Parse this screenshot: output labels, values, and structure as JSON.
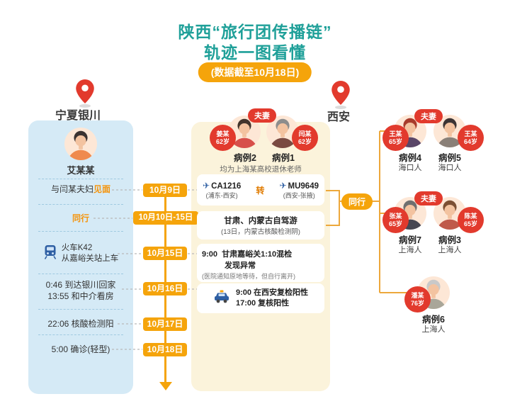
{
  "colors": {
    "teal": "#1fa099",
    "orange": "#f5a40b",
    "red": "#e23a2d",
    "panel_blue": "#d5eaf6",
    "panel_cream": "#fbf3db"
  },
  "title": {
    "line1": "陕西“旅行团传播链”",
    "line2": "轨迹一图看懂",
    "badge": "(数据截至10月18日)"
  },
  "locations": {
    "left": "宁夏银川",
    "right": "西安"
  },
  "left_panel": {
    "person_name": "艾某某",
    "event_meet_pre": "与闫某夫妇",
    "event_meet_highlight": "见面",
    "event_together": "同行",
    "train_line1": "火车K42",
    "train_line2": "从嘉峪关站上车",
    "arrive_line1": "0:46  到达银川回家",
    "arrive_line2": "13:55  和中介看房",
    "test_positive": "22:06 核酸检测阳",
    "confirmed": "5:00 确诊(轻型)"
  },
  "timeline": {
    "dates": [
      "10月9日",
      "10月10日-15日",
      "10月15日",
      "10月16日",
      "10月17日",
      "10月18日"
    ]
  },
  "center": {
    "couple_badge": "夫妻",
    "left_person": {
      "name": "姜某",
      "age": "62岁",
      "case": "病例2"
    },
    "right_person": {
      "name": "闫某",
      "age": "62岁",
      "case": "病例1"
    },
    "note": "均为上海某高校退休老师",
    "flight": {
      "icon": "✈",
      "no1": "CA1216",
      "route1": "(浦东-西安)",
      "transfer": "转",
      "no2": "MU9649",
      "route2": "(西安-张掖)"
    },
    "drive": {
      "line1": "甘肃、内蒙古自驾游",
      "line2": "(13日，内蒙古核酸检测阴)"
    },
    "checkpoint": {
      "time": "9:00",
      "line1": "甘肃嘉峪关1:10混检",
      "line2": "发现异常",
      "sub": "(医院通知原地等待，但自行离开)"
    },
    "taxi": {
      "line1": "9:00    在西安复检阳性",
      "line2": "17:00  复核阳性"
    }
  },
  "together_badge": "同行",
  "right_group": [
    {
      "couple_badge": "夫妻",
      "left": {
        "name": "王某",
        "age": "65岁",
        "case": "病例4",
        "origin": "海口人"
      },
      "right": {
        "name": "王某",
        "age": "64岁",
        "case": "病例5",
        "origin": "海口人"
      }
    },
    {
      "couple_badge": "夫妻",
      "left": {
        "name": "张某",
        "age": "65岁",
        "case": "病例7",
        "origin": "上海人"
      },
      "right": {
        "name": "陈某",
        "age": "65岁",
        "case": "病例3",
        "origin": "上海人"
      }
    },
    {
      "single": {
        "name": "潘某",
        "age": "76岁",
        "case": "病例6",
        "origin": "上海人"
      }
    }
  ]
}
